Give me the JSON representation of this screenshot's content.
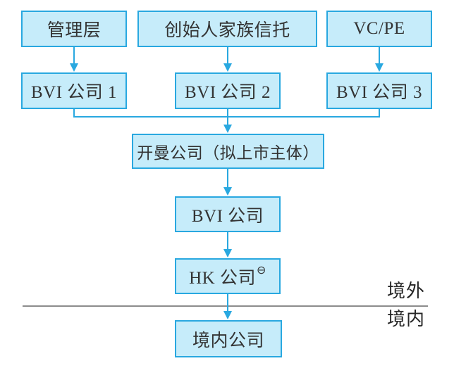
{
  "diagram": {
    "boxes": {
      "management": {
        "label": "管理层"
      },
      "founder_trust": {
        "label": "创始人家族信托"
      },
      "vc_pe": {
        "label": "VC/PE"
      },
      "bvi1": {
        "label": "BVI 公司 1"
      },
      "bvi2": {
        "label": "BVI 公司 2"
      },
      "bvi3": {
        "label": "BVI 公司 3"
      },
      "cayman": {
        "label": "开曼公司（拟上市主体）"
      },
      "bvi_mid": {
        "label": "BVI 公司"
      },
      "hk": {
        "label": "HK 公司",
        "footnote_marker": "⊖"
      },
      "domestic": {
        "label": "境内公司"
      }
    },
    "region_divider": {
      "offshore_label": "境外",
      "onshore_label": "境内"
    },
    "colors": {
      "background": "#ffffff",
      "box_fill": "#c6ecfa",
      "box_border": "#29a8e0",
      "arrow": "#29a8e0",
      "divider": "#666666",
      "box_text": "#333333",
      "region_text": "#262626"
    }
  }
}
